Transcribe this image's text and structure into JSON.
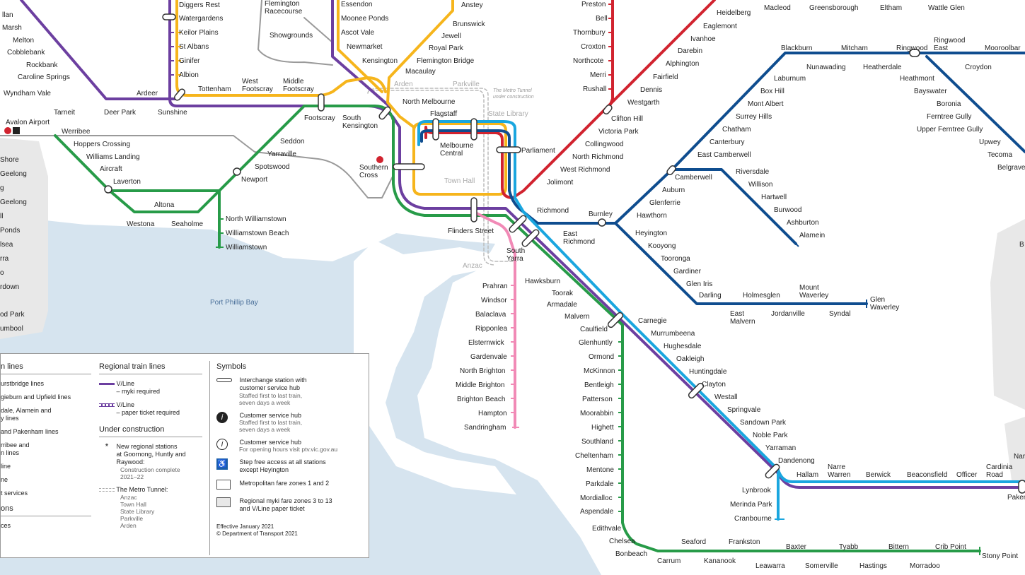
{
  "colors": {
    "purple": "#6c3fa0",
    "green": "#279b48",
    "yellow": "#f6b51c",
    "red": "#d1232f",
    "blue": "#0f4d8f",
    "cyan": "#1aa6df",
    "pink": "#f18ab6",
    "grey": "#9a9a9a",
    "water": "#d6e4ef",
    "land": "#e8e8e8"
  },
  "labels": {
    "port_phillip_bay": "Port Phillip Bay",
    "tunnel_note_1": "The Metro Tunnel",
    "tunnel_note_2": "under construction",
    "avalon_airport": "Avalon Airport",
    "parkville": "Parkville",
    "state_library": "State Library",
    "town_hall": "Town Hall",
    "anzac": "Anzac",
    "arden": "Arden"
  },
  "stations": {
    "diggers_rest": "Diggers Rest",
    "watergardens": "Watergardens",
    "keilor_plains": "Keilor Plains",
    "st_albans": "St Albans",
    "ginifer": "Ginifer",
    "albion": "Albion",
    "sunshine": "Sunshine",
    "tottenham": "Tottenham",
    "west_footscray": "West\nFootscray",
    "middle_footscray": "Middle\nFootscray",
    "footscray": "Footscray",
    "south_kensington": "South\nKensington",
    "ardeer": "Ardeer",
    "deer_park": "Deer Park",
    "tarneit": "Tarneit",
    "wyndham_vale": "Wyndham Vale",
    "caroline_springs": "Caroline Springs",
    "rockbank": "Rockbank",
    "cobblebank": "Cobblebank",
    "melton": "Melton",
    "marsh": "Marsh",
    "llan": "llan",
    "flemington_racecourse": "Flemington\nRacecourse",
    "showgrounds": "Showgrounds",
    "essendon": "Essendon",
    "moonee_ponds": "Moonee Ponds",
    "ascot_vale": "Ascot Vale",
    "newmarket": "Newmarket",
    "kensington": "Kensington",
    "anstey": "Anstey",
    "brunswick": "Brunswick",
    "jewell": "Jewell",
    "royal_park": "Royal Park",
    "flemington_bridge": "Flemington Bridge",
    "macaulay": "Macaulay",
    "north_melbourne": "North Melbourne",
    "flagstaff": "Flagstaff",
    "melbourne_central": "Melbourne\nCentral",
    "parliament": "Parliament",
    "southern_cross": "Southern\nCross",
    "flinders_street": "Flinders Street",
    "richmond": "Richmond",
    "east_richmond": "East\nRichmond",
    "burnley": "Burnley",
    "south_yarra": "South\nYarra",
    "jolimont": "Jolimont",
    "west_richmond": "West Richmond",
    "north_richmond": "North Richmond",
    "collingwood": "Collingwood",
    "victoria_park": "Victoria Park",
    "clifton_hill": "Clifton Hill",
    "rushall": "Rushall",
    "merri": "Merri",
    "northcote": "Northcote",
    "croxton": "Croxton",
    "thornbury": "Thornbury",
    "bell": "Bell",
    "preston": "Preston",
    "westgarth": "Westgarth",
    "dennis": "Dennis",
    "fairfield": "Fairfield",
    "alphington": "Alphington",
    "darebin": "Darebin",
    "ivanhoe": "Ivanhoe",
    "eaglemont": "Eaglemont",
    "heidelberg": "Heidelberg",
    "macleod": "Macleod",
    "greensborough": "Greensborough",
    "eltham": "Eltham",
    "wattle_glen": "Wattle Glen",
    "blackburn": "Blackburn",
    "mitcham": "Mitcham",
    "ringwood": "Ringwood",
    "ringwood_east": "Ringwood\nEast",
    "mooroolbark": "Mooroolbar",
    "croydon": "Croydon",
    "nunawading": "Nunawading",
    "heatherdale": "Heatherdale",
    "heathmont": "Heathmont",
    "bayswater": "Bayswater",
    "boronia": "Boronia",
    "ferntree_gully": "Ferntree Gully",
    "upper_ferntree_gully": "Upper Ferntree Gully",
    "upwey": "Upwey",
    "tecoma": "Tecoma",
    "belgrave": "Belgrave",
    "laburnum": "Laburnum",
    "box_hill": "Box Hill",
    "mont_albert": "Mont Albert",
    "surrey_hills": "Surrey Hills",
    "chatham": "Chatham",
    "canterbury": "Canterbury",
    "east_camberwell": "East Camberwell",
    "camberwell": "Camberwell",
    "auburn": "Auburn",
    "glenferrie": "Glenferrie",
    "hawthorn": "Hawthorn",
    "riversdale": "Riversdale",
    "willison": "Willison",
    "hartwell": "Hartwell",
    "burwood": "Burwood",
    "ashburton": "Ashburton",
    "alamein": "Alamein",
    "heyington": "Heyington",
    "kooyong": "Kooyong",
    "tooronga": "Tooronga",
    "gardiner": "Gardiner",
    "glen_iris": "Glen Iris",
    "darling": "Darling",
    "east_malvern": "East\nMalvern",
    "holmesglen": "Holmesglen",
    "jordanville": "Jordanville",
    "mount_waverley": "Mount\nWaverley",
    "syndal": "Syndal",
    "glen_waverley": "Glen\nWaverley",
    "hawksburn": "Hawksburn",
    "toorak": "Toorak",
    "armadale": "Armadale",
    "malvern": "Malvern",
    "caulfield": "Caulfield",
    "carnegie": "Carnegie",
    "murrumbeena": "Murrumbeena",
    "hughesdale": "Hughesdale",
    "oakleigh": "Oakleigh",
    "huntingdale": "Huntingdale",
    "clayton": "Clayton",
    "westall": "Westall",
    "springvale": "Springvale",
    "sandown_park": "Sandown Park",
    "noble_park": "Noble Park",
    "yarraman": "Yarraman",
    "dandenong": "Dandenong",
    "hallam": "Hallam",
    "narre_warren": "Narre\nWarren",
    "berwick": "Berwick",
    "beaconsfield": "Beaconsfield",
    "officer": "Officer",
    "cardinia_road": "Cardinia\nRoad",
    "pakenham": "Paken",
    "lynbrook": "Lynbrook",
    "merinda_park": "Merinda Park",
    "cranbourne": "Cranbourne",
    "prahran": "Prahran",
    "windsor": "Windsor",
    "balaclava": "Balaclava",
    "ripponlea": "Ripponlea",
    "elsternwick": "Elsternwick",
    "gardenvale": "Gardenvale",
    "north_brighton": "North Brighton",
    "middle_brighton": "Middle Brighton",
    "brighton_beach": "Brighton Beach",
    "hampton": "Hampton",
    "sandringham": "Sandringham",
    "glenhuntly": "Glenhuntly",
    "ormond": "Ormond",
    "mckinnon": "McKinnon",
    "bentleigh": "Bentleigh",
    "patterson": "Patterson",
    "moorabbin": "Moorabbin",
    "highett": "Highett",
    "southland": "Southland",
    "cheltenham": "Cheltenham",
    "mentone": "Mentone",
    "parkdale": "Parkdale",
    "mordialloc": "Mordialloc",
    "aspendale": "Aspendale",
    "edithvale": "Edithvale",
    "chelsea": "Chelsea",
    "bonbeach": "Bonbeach",
    "carrum": "Carrum",
    "seaford": "Seaford",
    "kananook": "Kananook",
    "frankston": "Frankston",
    "leawarra": "Leawarra",
    "baxter": "Baxter",
    "somerville": "Somerville",
    "tyabb": "Tyabb",
    "hastings": "Hastings",
    "bittern": "Bittern",
    "morradoo": "Morradoo",
    "crib_point": "Crib Point",
    "stony_point": "Stony Point",
    "werribee": "Werribee",
    "hoppers_crossing": "Hoppers Crossing",
    "williams_landing": "Williams Landing",
    "aircraft": "Aircraft",
    "laverton": "Laverton",
    "altona": "Altona",
    "westona": "Westona",
    "seaholme": "Seaholme",
    "seddon": "Seddon",
    "yarraville": "Yarraville",
    "spotswood": "Spotswood",
    "newport": "Newport",
    "north_williamstown": "North Williamstown",
    "williamstown_beach": "Williamstown Beach",
    "williamstown": "Williamstown"
  },
  "left_edge": [
    "Shore",
    "Geelong",
    "g",
    "Geelong",
    "ll",
    "Ponds",
    "lsea",
    "rra",
    "o",
    "rdown",
    "od Park",
    "umbool"
  ],
  "right_edge": [
    "B",
    "Nar"
  ],
  "legend": {
    "metro_header": "n lines",
    "metro_items": [
      "urstbridge lines",
      "gieburn and Upfield lines",
      "dale, Alamein and\ny lines",
      "and Pakenham lines",
      "rribee and\nn lines",
      "line",
      "ne",
      "t services"
    ],
    "ons_header": "ons",
    "ons_item": "ces",
    "regional_header": "Regional train lines",
    "vline_1": "V/Line\n– myki required",
    "vline_2": "V/Line\n– paper ticket required",
    "construction_header": "Under construction",
    "new_stations": "New regional stations\nat Goornong, Huntly and\nRaywood:",
    "new_stations_sub": "Construction complete\n2021–22",
    "star": "*",
    "metro_tunnel": "The Metro Tunnel:",
    "metro_tunnel_sub": "Anzac\nTown Hall\nState Library\nParkville\nArden",
    "symbols_header": "Symbols",
    "sym_interchange": "Interchange station with\ncustomer service hub",
    "sym_interchange_sub": "Staffed first to last train,\nseven days a week",
    "sym_hub": "Customer service hub",
    "sym_hub_sub": "Staffed first to last train,\nseven days a week",
    "sym_hub2": "Customer service hub",
    "sym_hub2_sub": "For opening hours visit ptv.vic.gov.au",
    "sym_step": "Step free access at all stations\nexcept Heyington",
    "sym_metro_zones": "Metropolitan fare zones 1 and 2",
    "sym_regional_zones": "Regional myki fare zones 3 to 13\nand V/Line paper ticket",
    "effective": "Effective January 2021",
    "copyright": "© Department of Transport 2021"
  }
}
